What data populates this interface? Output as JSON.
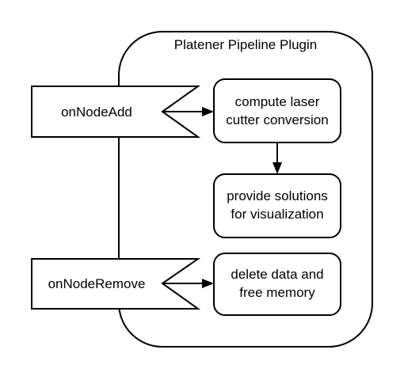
{
  "plugin": {
    "title": "Platener Pipeline Plugin"
  },
  "events": {
    "add": "onNodeAdd",
    "remove": "onNodeRemove"
  },
  "steps": {
    "compute": {
      "line1": "compute laser",
      "line2": "cutter conversion"
    },
    "provide": {
      "line1": "provide solutions",
      "line2": "for visualization"
    },
    "delete": {
      "line1": "delete data and",
      "line2": "free memory"
    }
  },
  "colors": {
    "stroke": "#000000",
    "fill": "#ffffff"
  }
}
